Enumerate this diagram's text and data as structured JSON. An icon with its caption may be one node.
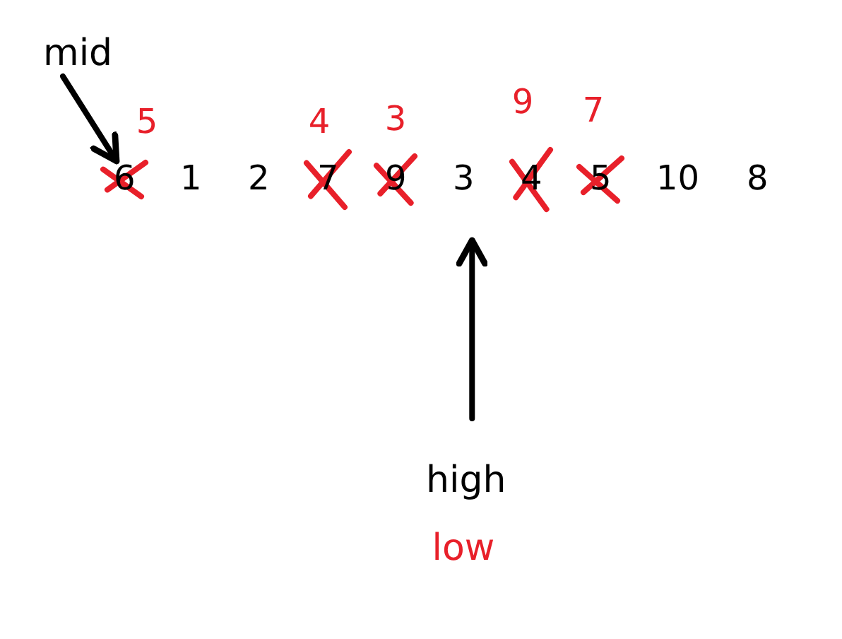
{
  "diagram": {
    "nodes": [
      {
        "text": [
          "mid"
        ]
      },
      {
        "text": [
          "6"
        ],
        "beside": [
          "5"
        ]
      },
      {
        "text": [
          "1"
        ]
      },
      {
        "text": [
          "2"
        ]
      },
      {
        "text": [
          "7"
        ],
        "beside": [
          "4"
        ]
      },
      {
        "text": [
          "9"
        ],
        "beside": [
          "3"
        ]
      },
      {
        "text": [
          "3"
        ]
      },
      {
        "text": [
          "4"
        ],
        "beside": [
          "9"
        ]
      },
      {
        "text": [
          "5"
        ],
        "beside": [
          "7"
        ]
      },
      {
        "text": [
          "10"
        ]
      },
      {
        "text": [
          "8"
        ]
      },
      {
        "text": [
          "high"
        ]
      }
    ],
    "edges": [
      {
        "from": 0,
        "to": 1,
        "arrow": "to"
      },
      {
        "from": 11,
        "to": 6,
        "arrow": "to"
      }
    ],
    "labels": [
      "low"
    ]
  }
}
